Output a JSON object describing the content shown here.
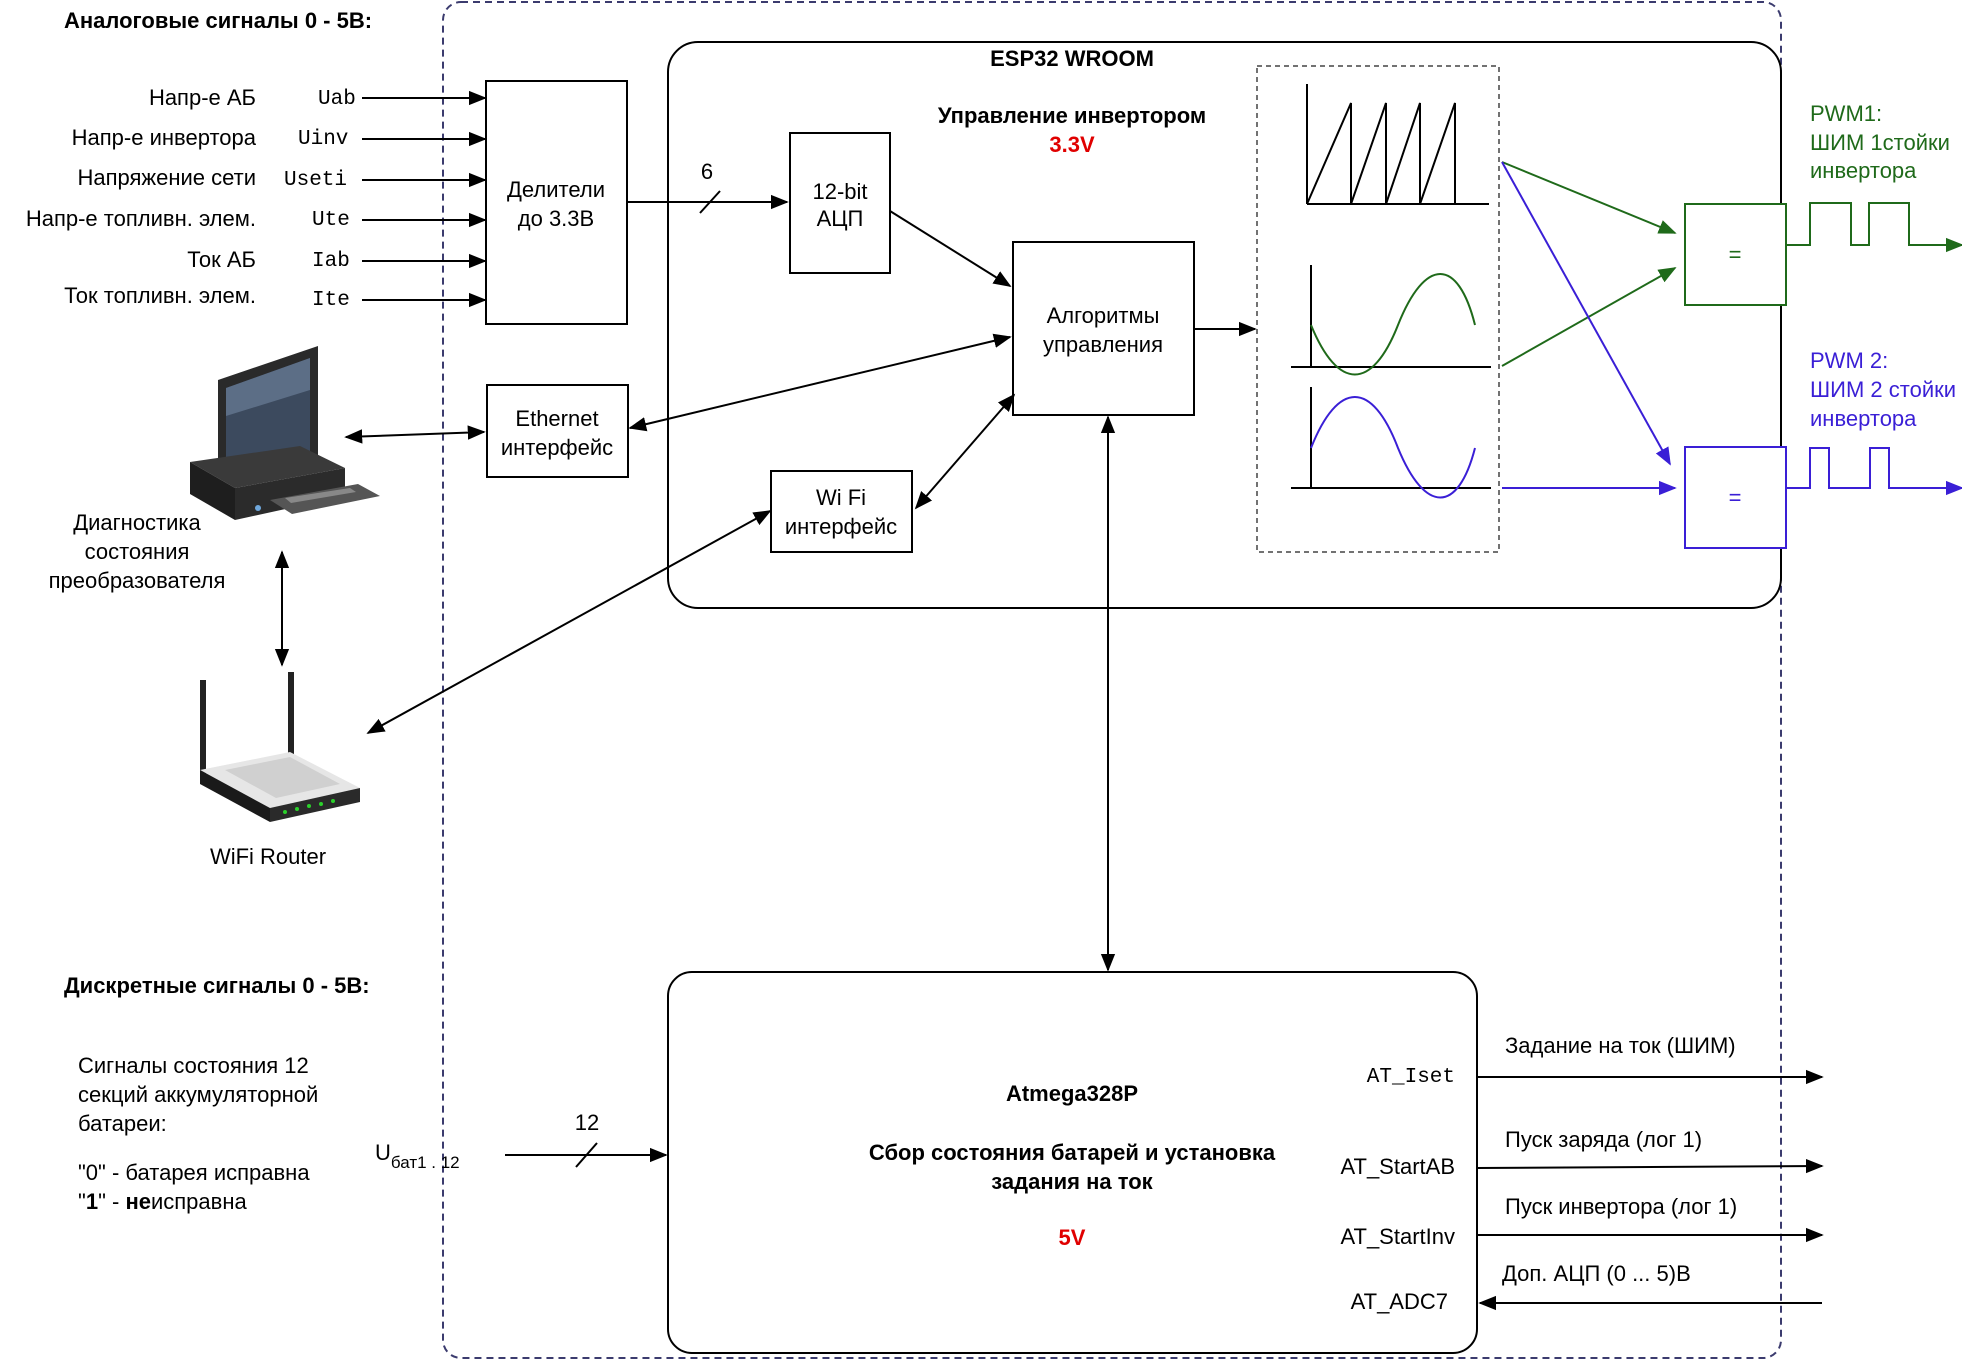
{
  "analog_section": {
    "title": "Аналоговые сигналы 0 - 5В:",
    "signals": [
      {
        "label": "Напр-е АБ",
        "code": "Uab"
      },
      {
        "label": "Напр-е инвертора",
        "code": "Uinv"
      },
      {
        "label": "Напряжение сети",
        "code": "Useti"
      },
      {
        "label": "Напр-е топливн. элем.",
        "code": "Ute"
      },
      {
        "label": "Ток АБ",
        "code": "Iab"
      },
      {
        "label": "Ток топливн. элем.",
        "code": "Ite"
      }
    ]
  },
  "dividers": {
    "line1": "Делители",
    "line2": "до 3.3В"
  },
  "bus_width": "6",
  "esp32": {
    "title": "ESP32 WROOM",
    "subtitle": "Управление инвертором",
    "voltage": "3.3V"
  },
  "adc": {
    "line1": "12-bit",
    "line2": "АЦП"
  },
  "algorithms": {
    "line1": "Алгоритмы",
    "line2": "управления"
  },
  "ethernet": {
    "line1": "Ethernet",
    "line2": "интерфейс"
  },
  "wifi": {
    "line1": "Wi Fi",
    "line2": "интерфейс"
  },
  "comparator_symbol": "=",
  "pwm1": {
    "line1": "PWM1:",
    "line2": "ШИМ 1стойки",
    "line3": "инвертора"
  },
  "pwm2": {
    "line1": "PWM 2:",
    "line2": "ШИМ 2 стойки",
    "line3": "инвертора"
  },
  "pc_label": {
    "line1": "Диагностика",
    "line2": "состояния",
    "line3": "преобразователя"
  },
  "router_label": "WiFi Router",
  "discrete_section": {
    "title": "Дискретные сигналы 0 - 5В:",
    "desc1": "Сигналы состояния 12",
    "desc2": "секций аккумуляторной",
    "desc3": "батареи:",
    "ok_text": "\"0\" - батарея исправна",
    "bad_q1": "\"",
    "bad_bold1": "1",
    "bad_q2": "\" - ",
    "bad_bold2": "не",
    "bad_rest": "исправна"
  },
  "u_bat": {
    "main": "U",
    "sub": "бат1 . 12"
  },
  "discrete_bus": "12",
  "atmega": {
    "title": "Atmega328P",
    "desc_line1": "Сбор состояния батарей и установка",
    "desc_line2": "задания на ток",
    "voltage": "5V",
    "pins": [
      "AT_Iset",
      "AT_StartAB",
      "AT_StartInv",
      "AT_ADC7"
    ]
  },
  "outputs": {
    "iset": "Задание на ток (ШИМ)",
    "start_ab": "Пуск заряда (лог 1)",
    "start_inv": "Пуск инвертора (лог 1)",
    "adc7": "Доп. АЦП (0 ... 5)В"
  },
  "colors": {
    "green": "#1f6a1a",
    "blue": "#3a1fd6",
    "red": "#e00000",
    "frame": "#3b3b6e"
  }
}
